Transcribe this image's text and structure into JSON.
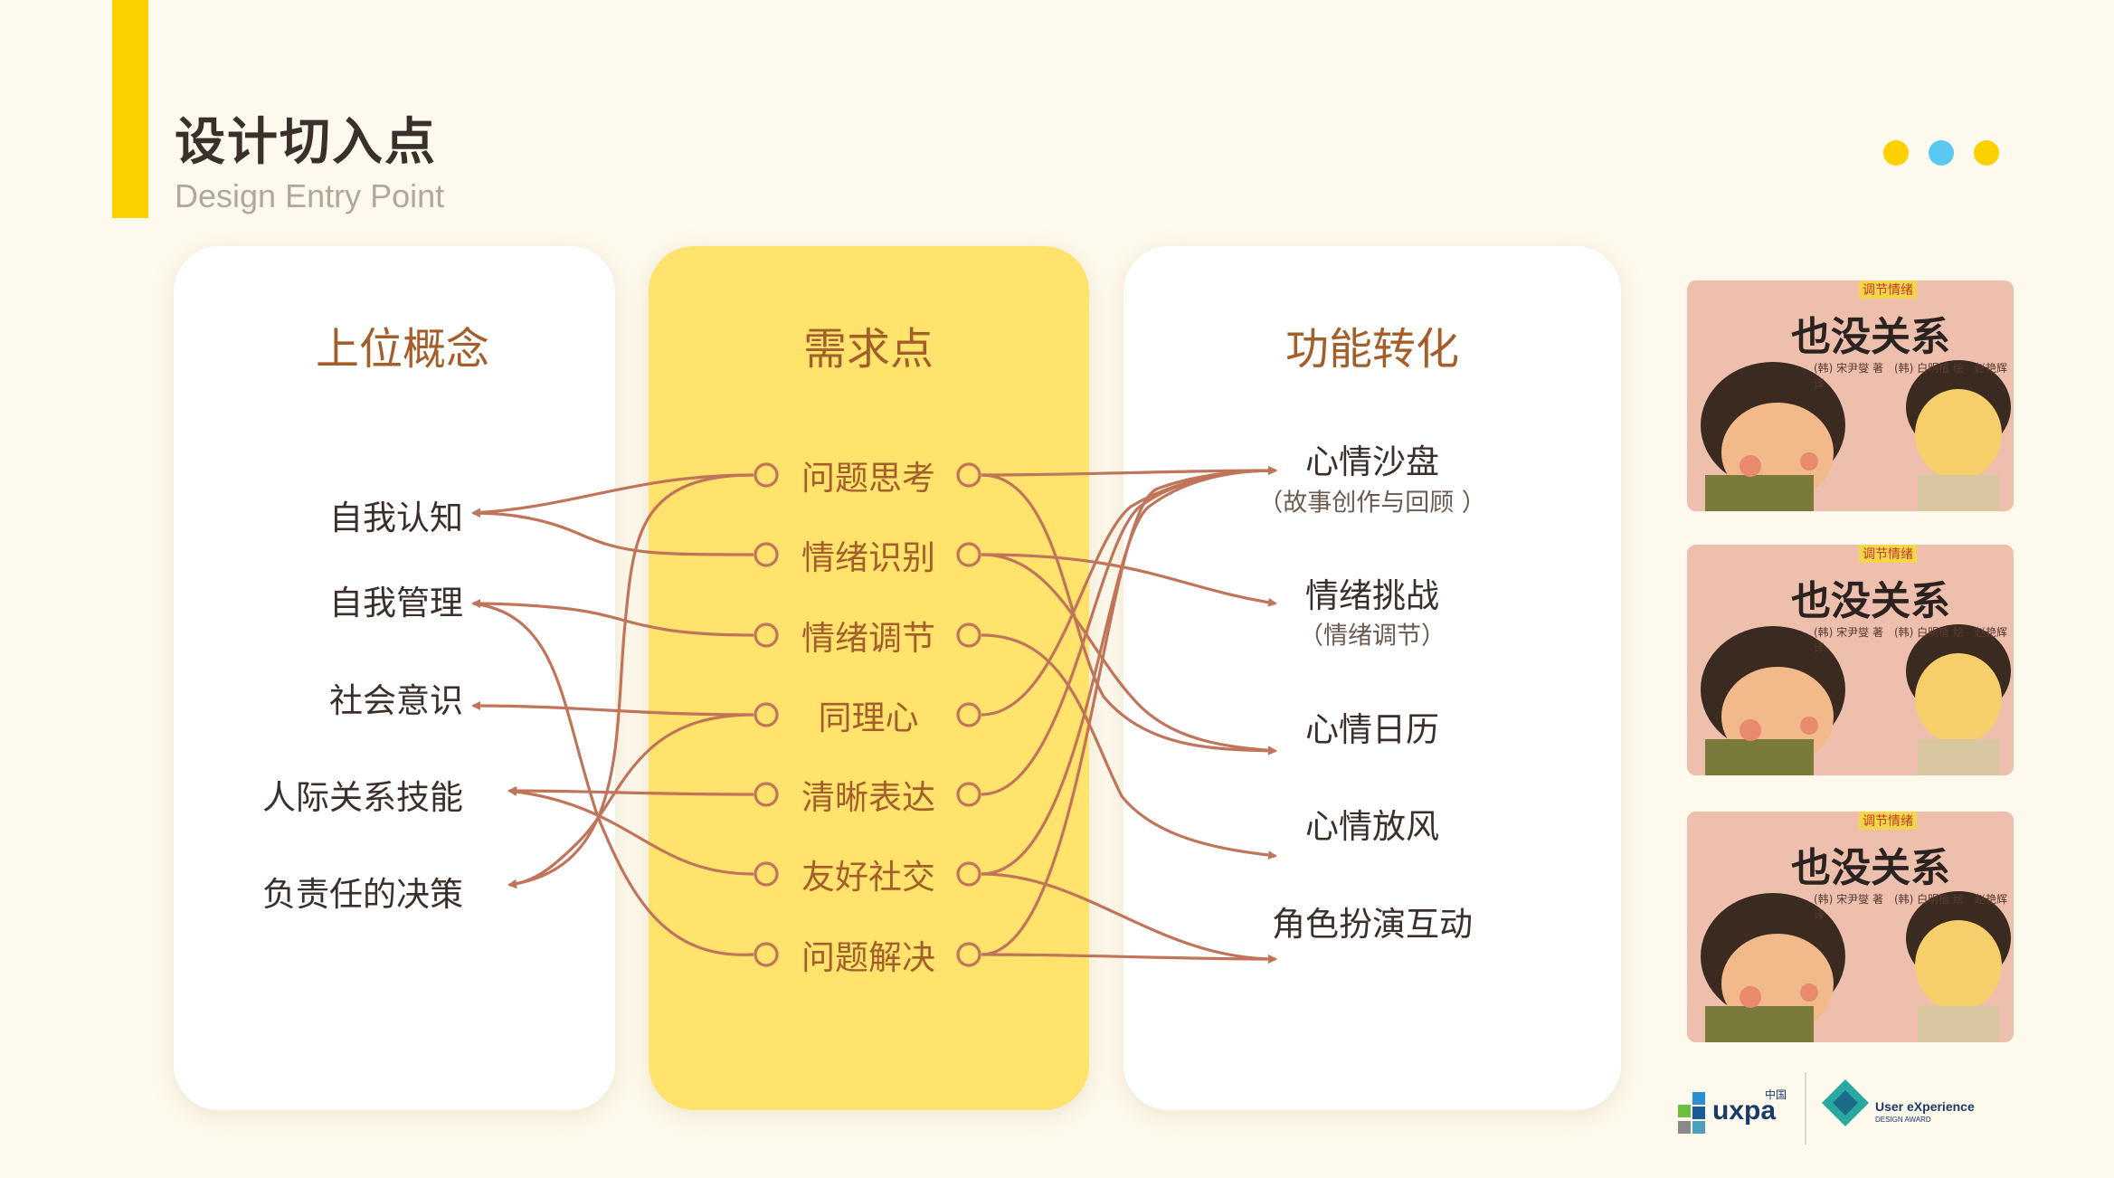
{
  "header": {
    "title": "设计切入点",
    "subtitle": "Design Entry Point"
  },
  "colors": {
    "accent_yellow": "#fdd000",
    "dot_yellow": "#fdd000",
    "dot_blue": "#5ac8f0",
    "line_brown": "#c0745a",
    "heading_brown": "#a45e2a"
  },
  "columns": {
    "left": {
      "title": "上位概念",
      "items": [
        "自我认知",
        "自我管理",
        "社会意识",
        "人际关系技能",
        "负责任的决策"
      ]
    },
    "middle": {
      "title": "需求点",
      "items": [
        "问题思考",
        "情绪识别",
        "情绪调节",
        "同理心",
        "清晰表达",
        "友好社交",
        "问题解决"
      ]
    },
    "right": {
      "title": "功能转化",
      "items": [
        {
          "label": "心情沙盘",
          "sub": "（故事创作与回顾 ）"
        },
        {
          "label": "情绪挑战",
          "sub": "（情绪调节）"
        },
        {
          "label": "心情日历",
          "sub": ""
        },
        {
          "label": "心情放风",
          "sub": ""
        },
        {
          "label": "角色扮演互动",
          "sub": ""
        }
      ]
    }
  },
  "books": [
    {
      "title": "也没关系",
      "tag": "调节情绪",
      "credit": "(韩) 宋尹燮 著　(韩) 白明植 绘　赵艳辉 译"
    },
    {
      "title": "也没关系",
      "tag": "调节情绪",
      "credit": "(韩) 宋尹燮 著　(韩) 白明植 绘　赵艳辉 译"
    },
    {
      "title": "也没关系",
      "tag": "调节情绪",
      "credit": "(韩) 宋尹燮 著　(韩) 白明植 绘　赵艳辉 译"
    }
  ],
  "logos": {
    "uxpa": "uxpa",
    "uxpa_cn": "中国",
    "award_line1": "User eXperience",
    "award_line2": "DESIGN AWARD"
  }
}
